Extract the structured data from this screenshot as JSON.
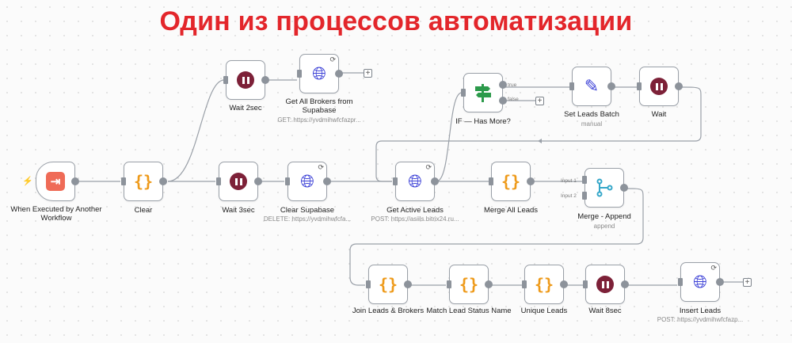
{
  "banner": {
    "title": "Один из процессов автоматизации"
  },
  "nodes": {
    "trigger": {
      "label": "When Executed by Another Workflow"
    },
    "clear": {
      "label": "Clear"
    },
    "wait2": {
      "label": "Wait 2sec"
    },
    "get_brokers": {
      "label": "Get All Brokers from Supabase",
      "sub": "GET: https://yvdmihwfcfazpr..."
    },
    "wait3": {
      "label": "Wait 3sec"
    },
    "clear_supabase": {
      "label": "Clear Supabase",
      "sub": "DELETE: https://yvdmihwfcfa..."
    },
    "get_active": {
      "label": "Get Active Leads",
      "sub": "POST: https://asiils.bitrix24.ru..."
    },
    "merge_all": {
      "label": "Merge All Leads"
    },
    "if_more": {
      "label": "IF — Has More?",
      "true_label": "true",
      "false_label": "false"
    },
    "set_batch": {
      "label": "Set Leads Batch",
      "sub": "manual"
    },
    "wait_loop": {
      "label": "Wait"
    },
    "merge_append": {
      "label": "Merge - Append",
      "sub": "append",
      "input1": "Input 1",
      "input2": "Input 2"
    },
    "join_brokers": {
      "label": "Join Leads & Brokers"
    },
    "match_status": {
      "label": "Match Lead Status Name"
    },
    "unique_leads": {
      "label": "Unique Leads"
    },
    "wait8": {
      "label": "Wait 8sec"
    },
    "insert_leads": {
      "label": "Insert Leads",
      "sub": "POST: https://yvdmihwfcfazp..."
    }
  },
  "icons": {
    "trigger": "exit-arrow-icon",
    "code": "braces-icon",
    "wait": "pause-icon",
    "http": "globe-icon",
    "if": "signpost-icon",
    "set": "pencil-icon",
    "merge": "merge-icon",
    "add": "plus-icon",
    "bolt": "bolt-icon"
  },
  "colors": {
    "title": "#e3262b",
    "wire": "#9aa0a8",
    "pause": "#7d2138",
    "code": "#ee9a1a",
    "http": "#3a3fd6",
    "if_green": "#2c9a4b",
    "merge": "#35a7c9",
    "trigger": "#ef6b57"
  }
}
